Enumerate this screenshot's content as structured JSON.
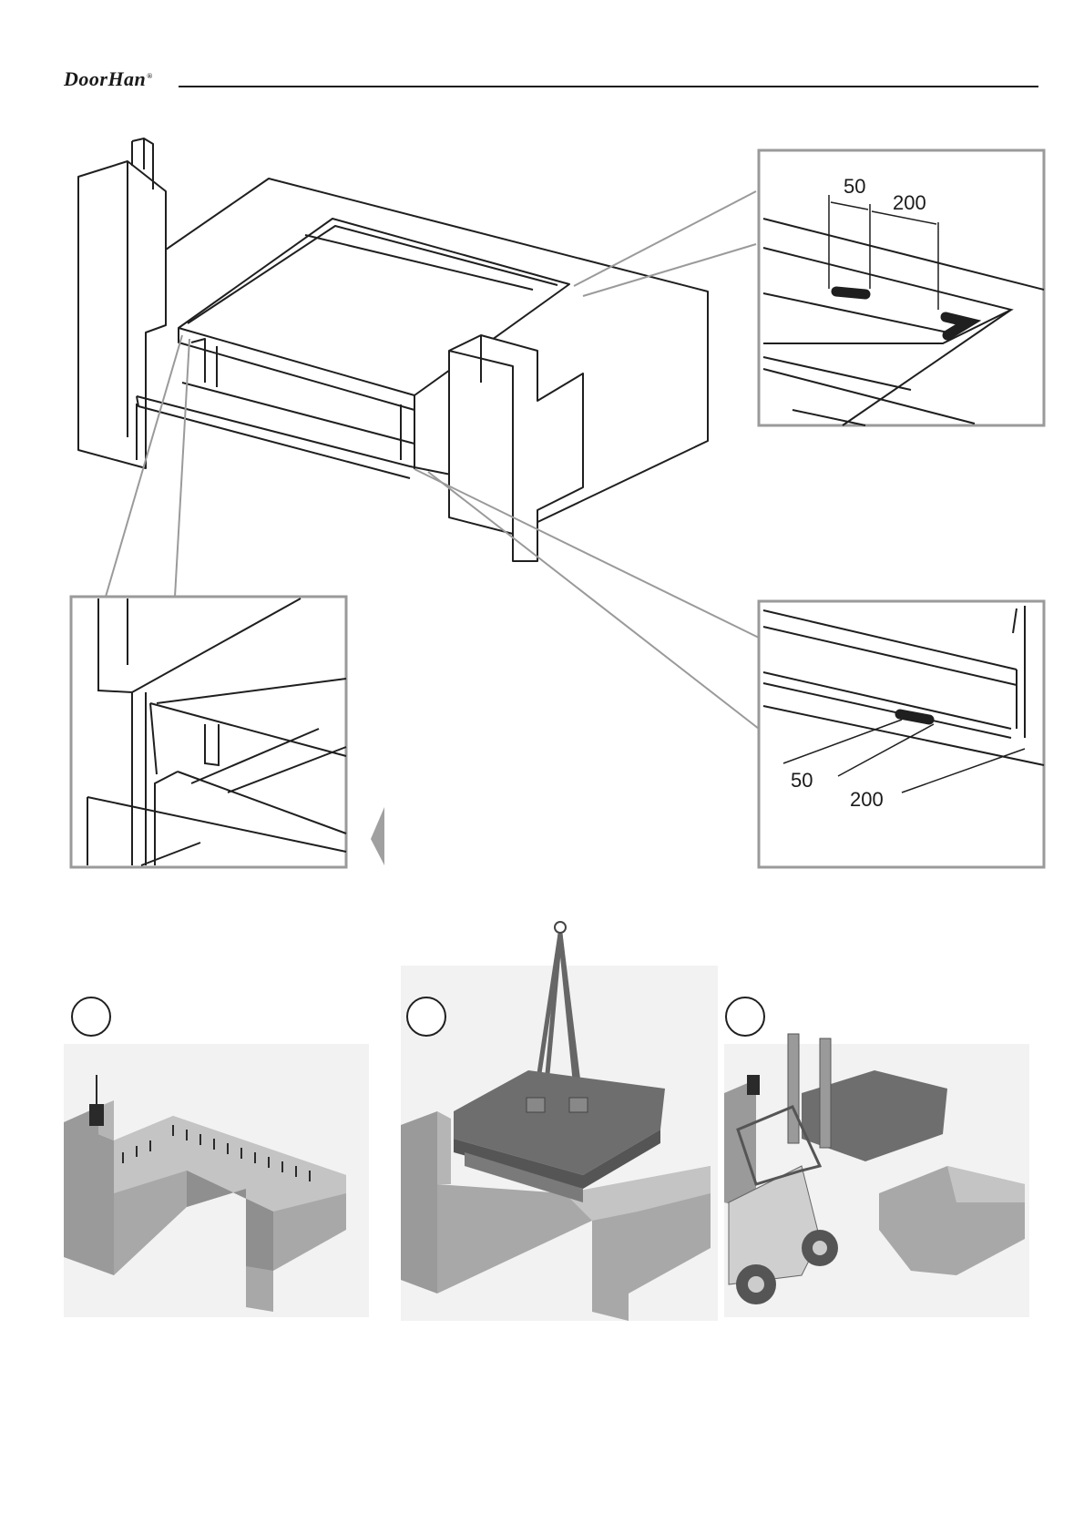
{
  "header": {
    "brand": "DoorHan",
    "registered_mark": "®"
  },
  "detail_top_right": {
    "dim_a": "50",
    "dim_b": "200"
  },
  "detail_bottom_right": {
    "dim_a": "50",
    "dim_b": "200"
  },
  "steps": [
    {
      "number": "",
      "caption": ""
    },
    {
      "number": "",
      "caption": ""
    },
    {
      "number": "",
      "caption": ""
    }
  ],
  "colors": {
    "line": "#1f1f1f",
    "frame": "#9a9a9a",
    "concrete": "#a8a8a8",
    "concrete_dark": "#8a8a8a",
    "steel": "#6e6e6e"
  }
}
